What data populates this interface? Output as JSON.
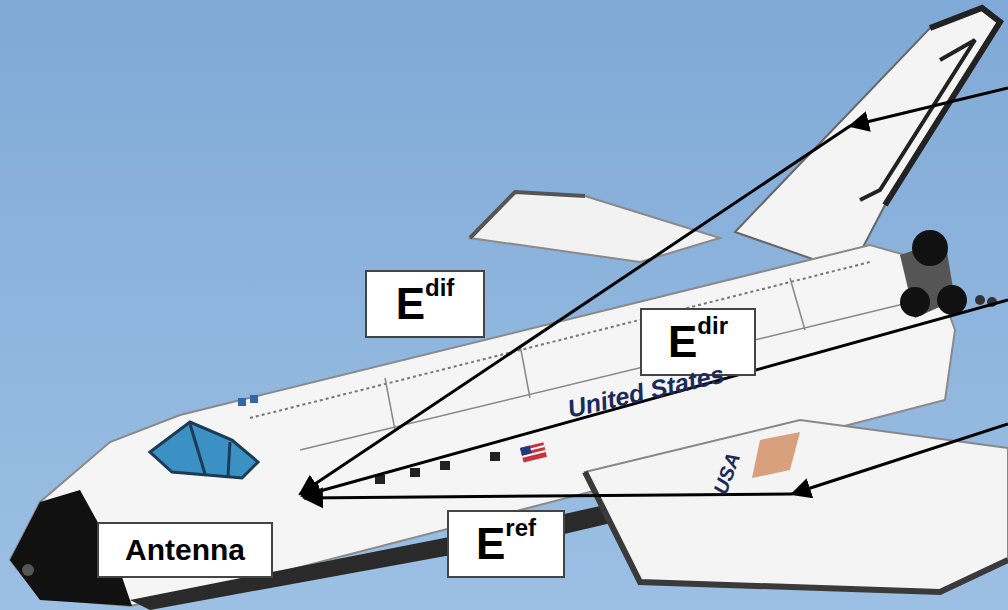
{
  "diagram": {
    "nodes": [
      {
        "text": [
          "E",
          "dif"
        ]
      },
      {
        "text": [
          "E",
          "dir"
        ]
      },
      {
        "text": [
          "Antenna"
        ]
      },
      {
        "text": [
          "E",
          "ref"
        ]
      }
    ],
    "labels": [
      "United States",
      "USA"
    ]
  }
}
